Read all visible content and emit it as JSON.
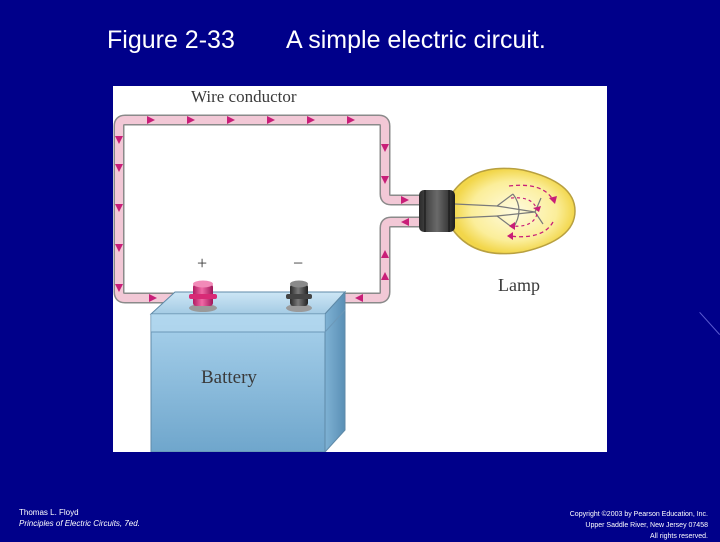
{
  "slide": {
    "figure_number": "Figure 2-33",
    "caption": "A simple electric circuit."
  },
  "diagram": {
    "wire_label": "Wire conductor",
    "lamp_label": "Lamp",
    "battery_label": "Battery",
    "plus_label": "+",
    "minus_label": "−"
  },
  "footer": {
    "author": "Thomas L. Floyd",
    "book": "Principles of Electric Circuits, 7ed.",
    "copyright_line1": "Copyright ©2003 by Pearson Education, Inc.",
    "copyright_line2": "Upper Saddle River, New Jersey 07458",
    "copyright_line3": "All rights reserved."
  },
  "colors": {
    "background": "#00008a",
    "wire_fill": "#f2c8d6",
    "wire_outline": "#8a8a8a",
    "current_arrow": "#c81e78",
    "positive_terminal": "#e0337f",
    "negative_terminal": "#3a3a3a",
    "battery_body": "#8fc0e0",
    "lamp_glow": "#f5e35a"
  }
}
